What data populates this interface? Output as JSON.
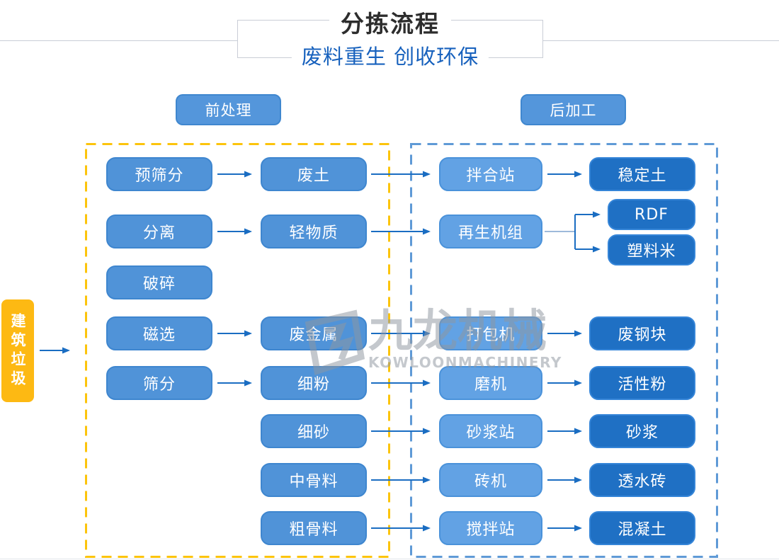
{
  "header": {
    "title": "分拣流程",
    "subtitle": "废料重生 创收环保"
  },
  "sections": {
    "pre_label": "前处理",
    "post_label": "后加工"
  },
  "source_label": "建筑垃圾",
  "watermark": {
    "logo_icon": "kowloon-logo-icon",
    "cn": "九龙机械",
    "en": "KOWLOONMACHINERY"
  },
  "boxes": [
    {
      "id": "pre-screening",
      "label": "预筛分",
      "zone": "pre"
    },
    {
      "id": "separation",
      "label": "分离",
      "zone": "pre"
    },
    {
      "id": "crushing",
      "label": "破碎",
      "zone": "pre"
    },
    {
      "id": "magnetic-separation",
      "label": "磁选",
      "zone": "pre"
    },
    {
      "id": "screening",
      "label": "筛分",
      "zone": "pre"
    },
    {
      "id": "waste-soil",
      "label": "废土",
      "zone": "pre"
    },
    {
      "id": "light-material",
      "label": "轻物质",
      "zone": "pre"
    },
    {
      "id": "scrap-metal",
      "label": "废金属",
      "zone": "pre"
    },
    {
      "id": "fine-powder",
      "label": "细粉",
      "zone": "pre"
    },
    {
      "id": "fine-sand",
      "label": "细砂",
      "zone": "pre"
    },
    {
      "id": "medium-aggregate",
      "label": "中骨料",
      "zone": "pre"
    },
    {
      "id": "coarse-aggregate",
      "label": "粗骨料",
      "zone": "pre"
    },
    {
      "id": "mixing-station",
      "label": "拌合站",
      "zone": "post"
    },
    {
      "id": "regeneration-unit",
      "label": "再生机组",
      "zone": "post"
    },
    {
      "id": "baler",
      "label": "打包机",
      "zone": "post"
    },
    {
      "id": "mill",
      "label": "磨机",
      "zone": "post"
    },
    {
      "id": "mortar-station",
      "label": "砂浆站",
      "zone": "post"
    },
    {
      "id": "brick-machine",
      "label": "砖机",
      "zone": "post"
    },
    {
      "id": "stirring-station",
      "label": "搅拌站",
      "zone": "post"
    },
    {
      "id": "stabilized-soil",
      "label": "稳定土",
      "zone": "product"
    },
    {
      "id": "rdf",
      "label": "RDF",
      "zone": "product"
    },
    {
      "id": "plastic-pellets",
      "label": "塑料米",
      "zone": "product"
    },
    {
      "id": "scrap-steel",
      "label": "废钢块",
      "zone": "product"
    },
    {
      "id": "active-powder",
      "label": "活性粉",
      "zone": "product"
    },
    {
      "id": "mortar",
      "label": "砂浆",
      "zone": "product"
    },
    {
      "id": "permeable-brick",
      "label": "透水砖",
      "zone": "product"
    },
    {
      "id": "concrete",
      "label": "混凝土",
      "zone": "product"
    }
  ],
  "flows": [
    {
      "from": "source",
      "to": "pre-processing-zone"
    },
    {
      "from": "pre-screening",
      "to": "waste-soil"
    },
    {
      "from": "separation",
      "to": "light-material"
    },
    {
      "from": "magnetic-separation",
      "to": "scrap-metal"
    },
    {
      "from": "screening",
      "to": "fine-powder"
    },
    {
      "from": "waste-soil",
      "to": "mixing-station"
    },
    {
      "from": "light-material",
      "to": "regeneration-unit"
    },
    {
      "from": "scrap-metal",
      "to": "baler"
    },
    {
      "from": "fine-powder",
      "to": "mill"
    },
    {
      "from": "fine-sand",
      "to": "mortar-station"
    },
    {
      "from": "medium-aggregate",
      "to": "brick-machine"
    },
    {
      "from": "coarse-aggregate",
      "to": "stirring-station"
    },
    {
      "from": "mixing-station",
      "to": "stabilized-soil"
    },
    {
      "from": "regeneration-unit",
      "to": "rdf"
    },
    {
      "from": "regeneration-unit",
      "to": "plastic-pellets"
    },
    {
      "from": "baler",
      "to": "scrap-steel"
    },
    {
      "from": "mill",
      "to": "active-powder"
    },
    {
      "from": "mortar-station",
      "to": "mortar"
    },
    {
      "from": "brick-machine",
      "to": "permeable-brick"
    },
    {
      "from": "stirring-station",
      "to": "concrete"
    }
  ],
  "colors": {
    "box_mid": "#5093d8",
    "box_light": "#62a2e4",
    "box_dark": "#1f70c4",
    "dash_yellow": "#fcc40c",
    "dash_blue": "#5f9ad6",
    "arrow": "#1a6dc2",
    "source_orange": "#fdb913",
    "subtitle_blue": "#1761bd",
    "title_dark": "#2d2d2d"
  }
}
